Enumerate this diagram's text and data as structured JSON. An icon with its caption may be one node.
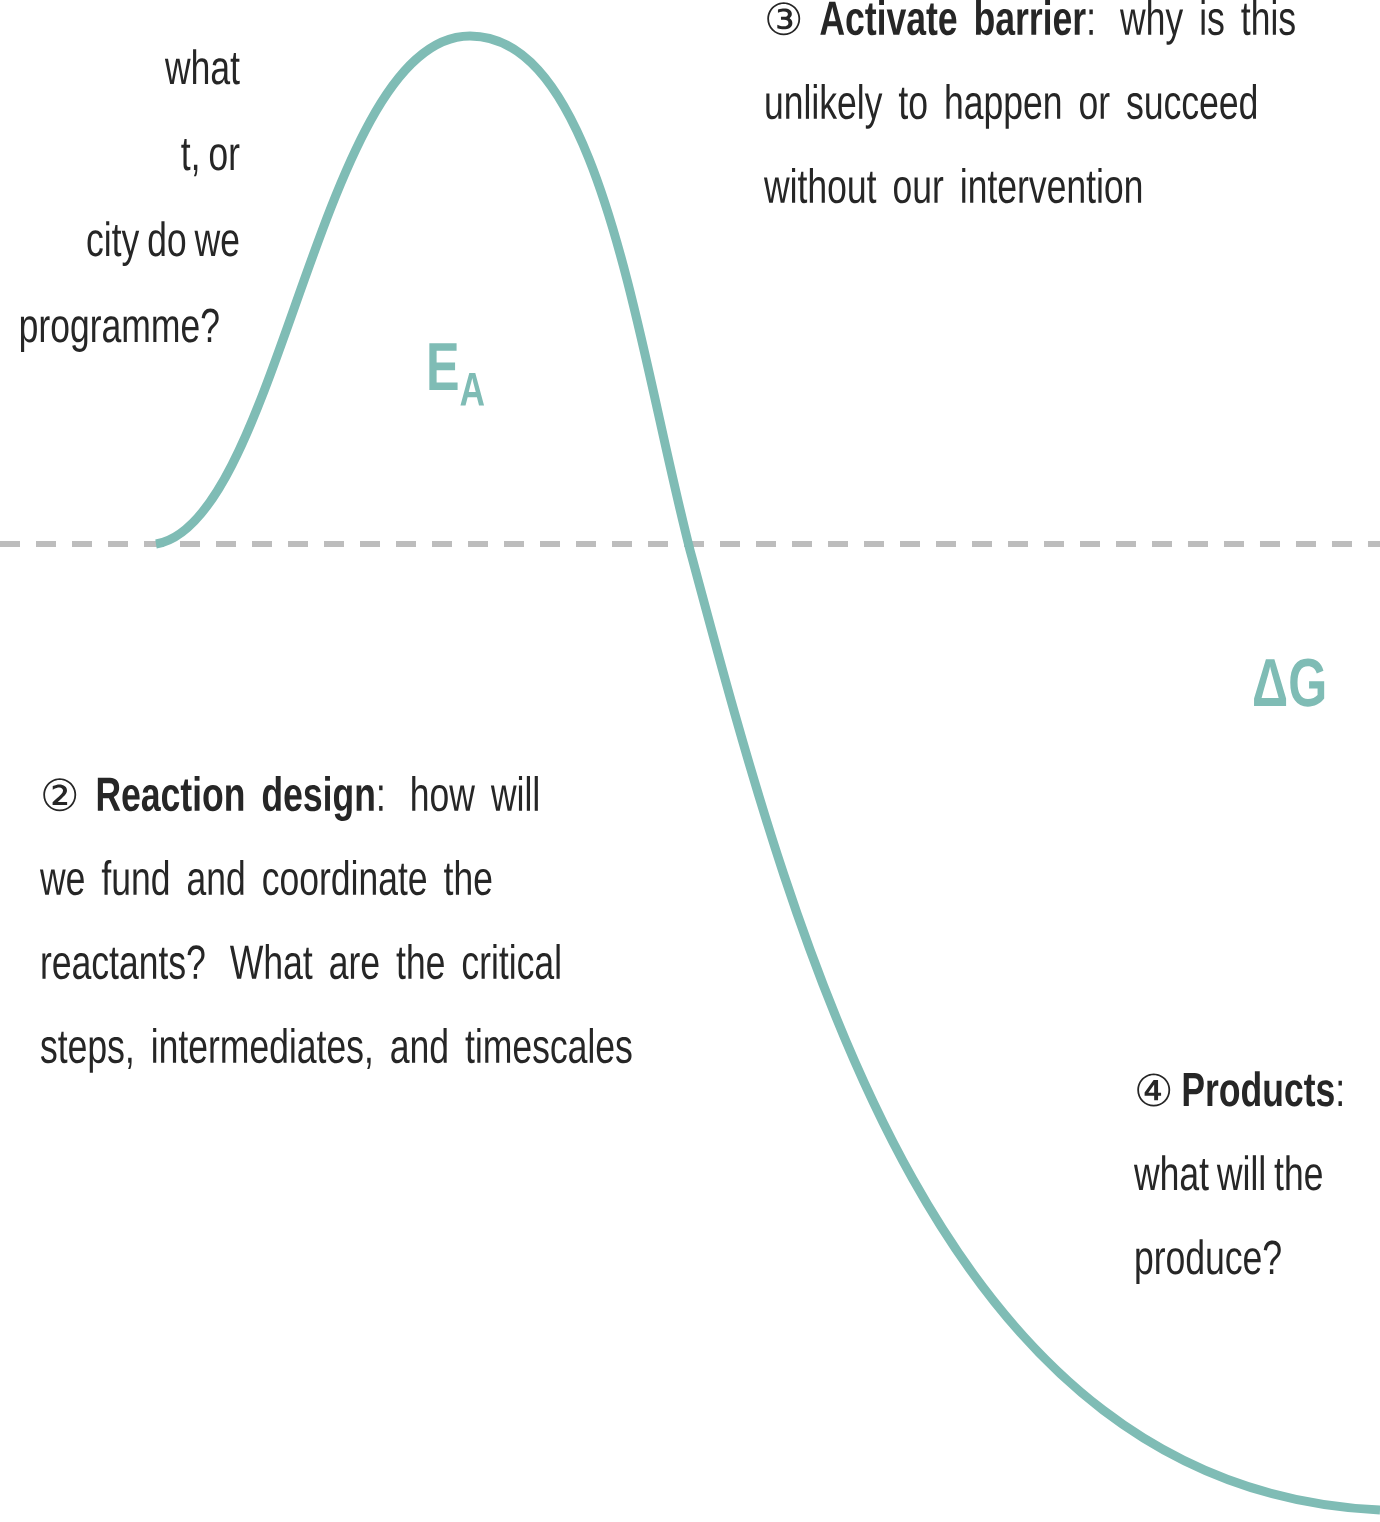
{
  "diagram": {
    "labels": [
      "what",
      "t, or",
      "city do we",
      "programme?",
      "③",
      "**Activate barrier**: why is this unlikely to happen or succeed without our intervention",
      "E$_{A}$",
      "ΔG",
      "②",
      "**Reaction design**: how will we fund and coordinate the reactants? What are the critical steps, intermediates, and timescales",
      "④",
      "**Products**:",
      "what will the",
      "produce?"
    ]
  }
}
